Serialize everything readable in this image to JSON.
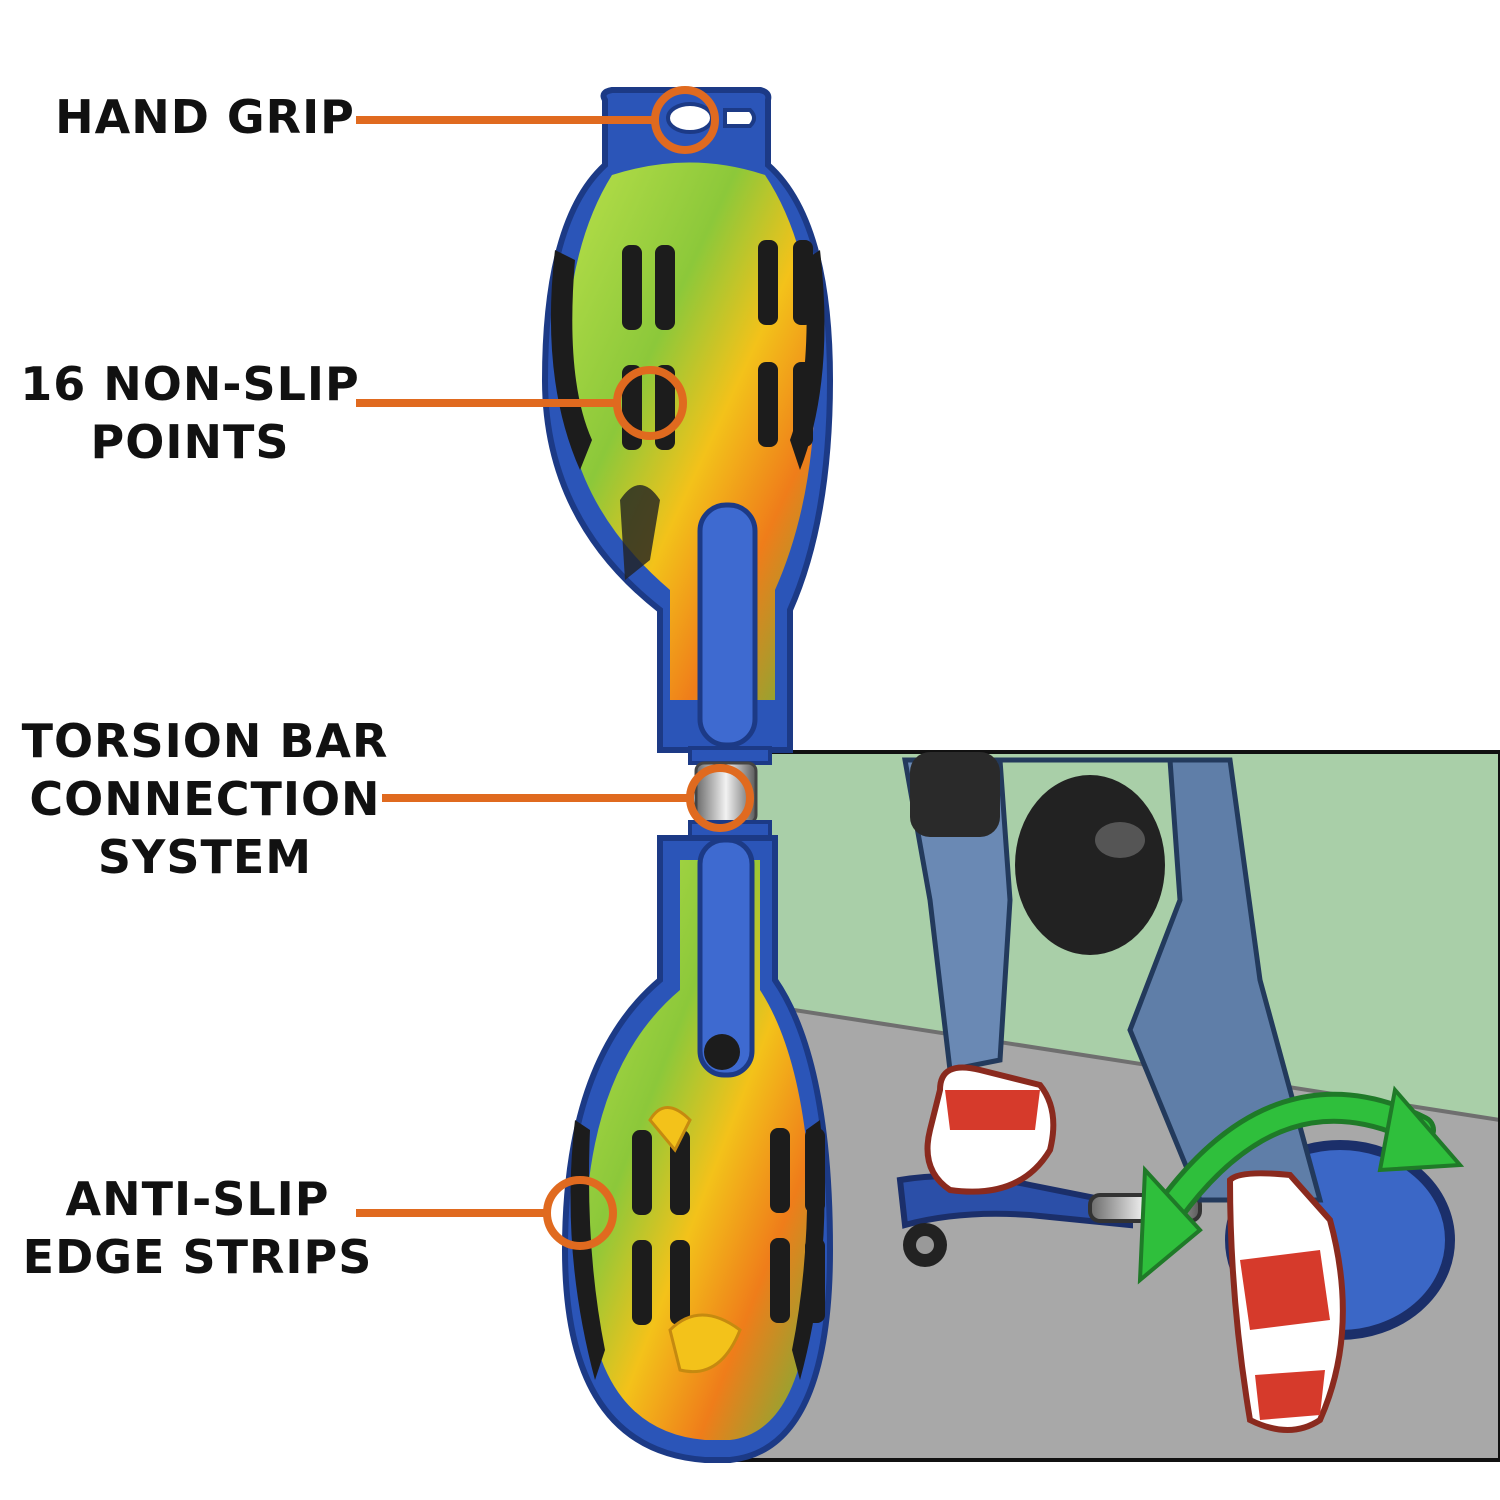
{
  "colors": {
    "callout": "#e06a1f",
    "deck_blue": "#2b55b8",
    "deck_blue_dark": "#1c3a86",
    "deck_green": "#9bd13a",
    "deck_yellow": "#f3c21a",
    "deck_orange": "#ef7d1a",
    "grip_black": "#1c1c1c",
    "arrow_green": "#2fbf3c",
    "jeans": "#5f7ea8",
    "shoe_red": "#d63a2b",
    "wall": "#a9cfa8",
    "ground": "#a8a8a8"
  },
  "callouts": {
    "hand_grip": {
      "lines": [
        "HAND GRIP"
      ]
    },
    "non_slip_points": {
      "lines": [
        "16 NON-SLIP",
        "POINTS"
      ]
    },
    "torsion_bar": {
      "lines": [
        "TORSION BAR",
        "CONNECTION",
        "SYSTEM"
      ]
    },
    "edge_strips": {
      "lines": [
        "ANTI-SLIP",
        "EDGE STRIPS"
      ]
    }
  },
  "illustration": {
    "subject": "rider-on-casterboard",
    "motion_icon": "twist-arrow-icon"
  }
}
